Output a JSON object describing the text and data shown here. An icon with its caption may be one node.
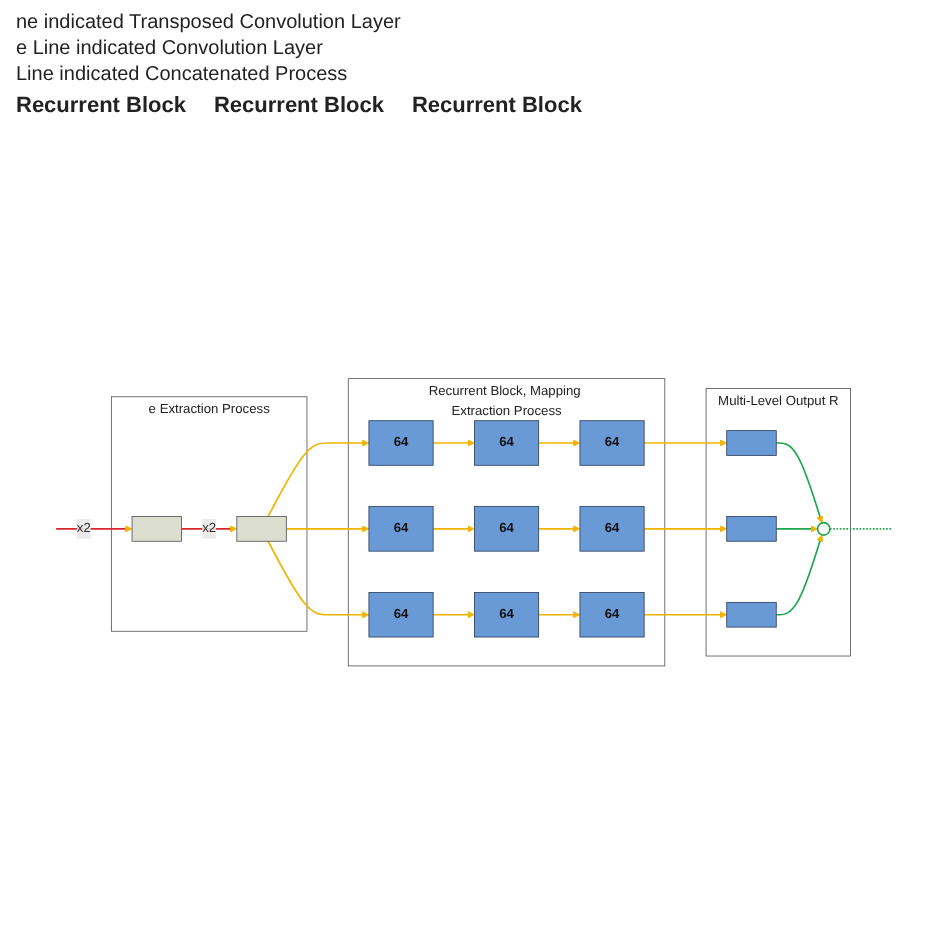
{
  "diagram": {
    "nodes": [
      {
        "text": [
          "e Extraction Process"
        ]
      },
      {
        "text": [],
        "shape": "box",
        "in": 0
      },
      {
        "text": [],
        "shape": "box",
        "in": 0
      },
      {
        "text": [
          "Recurrent Block, Mapping Extraction Process"
        ]
      },
      {
        "text": [
          "64"
        ],
        "in": 3
      },
      {
        "text": [
          "64"
        ],
        "in": 3
      },
      {
        "text": [
          "64"
        ],
        "in": 3
      },
      {
        "text": [
          "64"
        ],
        "in": 3
      },
      {
        "text": [
          "64"
        ],
        "in": 3
      },
      {
        "text": [
          "64"
        ],
        "in": 3
      },
      {
        "text": [
          "64"
        ],
        "in": 3
      },
      {
        "text": [
          "64"
        ],
        "in": 3
      },
      {
        "text": [
          "64"
        ],
        "in": 3
      },
      {
        "text": [
          "Multi-Level Output R"
        ]
      },
      {
        "text": [],
        "shape": "box",
        "in": 13
      },
      {
        "text": [],
        "shape": "box",
        "in": 13
      },
      {
        "text": [],
        "shape": "box",
        "in": 13
      },
      {
        "text": [],
        "shape": "cross",
        "in": 13
      }
    ],
    "edges": [
      {
        "from": null,
        "to": 1,
        "arrow": "to",
        "label": "x2",
        "color": "#d9262c"
      },
      {
        "from": 1,
        "to": 2,
        "arrow": "to",
        "label": "x2",
        "color": "#d9262c"
      },
      {
        "from": 2,
        "to": 4,
        "arrow": "to"
      },
      {
        "from": 2,
        "to": 7,
        "arrow": "to"
      },
      {
        "from": 2,
        "to": 10,
        "arrow": "to"
      },
      {
        "from": 4,
        "to": 5,
        "arrow": "to"
      },
      {
        "from": 5,
        "to": 6,
        "arrow": "to"
      },
      {
        "from": 7,
        "to": 8,
        "arrow": "to"
      },
      {
        "from": 8,
        "to": 9,
        "arrow": "to"
      },
      {
        "from": 10,
        "to": 11,
        "arrow": "to"
      },
      {
        "from": 11,
        "to": 12,
        "arrow": "to"
      },
      {
        "from": 6,
        "to": 14,
        "arrow": "to"
      },
      {
        "from": 9,
        "to": 15,
        "arrow": "to"
      },
      {
        "from": 12,
        "to": 16,
        "arrow": "to"
      },
      {
        "from": 14,
        "to": 17,
        "arrow": "to",
        "color": "#1aa64b"
      },
      {
        "from": 15,
        "to": 17,
        "arrow": "to",
        "color": "#1aa64b"
      },
      {
        "from": 16,
        "to": 17,
        "arrow": "to",
        "color": "#1aa64b"
      },
      {
        "from": 17,
        "to": null,
        "arrow": "none",
        "style": "dashed",
        "color": "#1aa64b"
      }
    ],
    "labels": [
      "Recurrent Block",
      "Recurrent Block",
      "Recurrent Block"
    ],
    "legend": [
      {
        "text": "ne indicated Transposed Convolution Layer"
      },
      {
        "text": "e Line indicated Convolution Layer"
      },
      {
        "text": "Line indicated Concatenated Process"
      }
    ]
  }
}
